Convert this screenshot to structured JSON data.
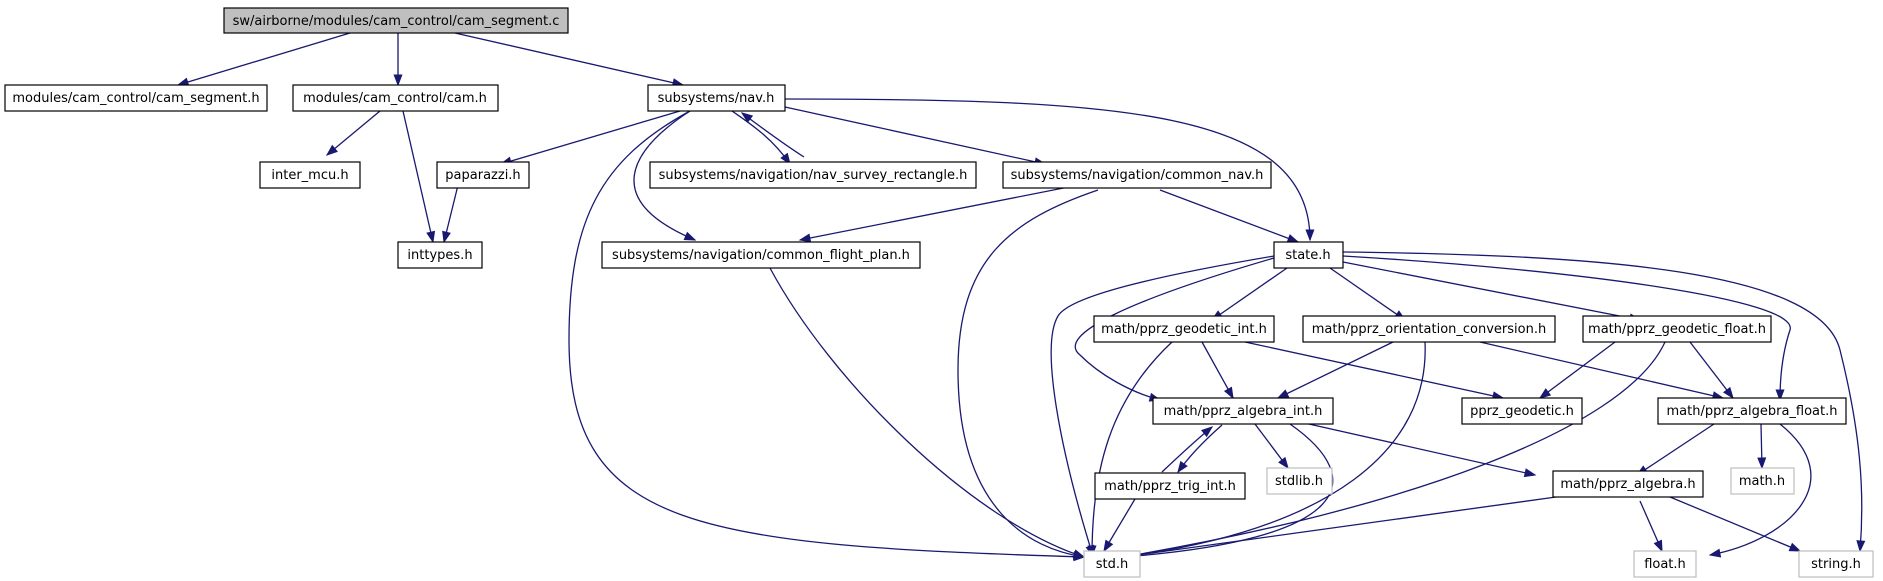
{
  "graph": {
    "root": "sw/airborne/modules/cam_control/cam_segment.c",
    "nodes": {
      "cam_segment_c": "sw/airborne/modules/cam_control/cam_segment.c",
      "cam_segment_h": "modules/cam_control/cam_segment.h",
      "cam_h": "modules/cam_control/cam.h",
      "nav_h": "subsystems/nav.h",
      "inter_mcu_h": "inter_mcu.h",
      "inttypes_h": "inttypes.h",
      "paparazzi_h": "paparazzi.h",
      "nav_survey_h": "subsystems/navigation/nav_survey_rectangle.h",
      "common_nav_h": "subsystems/navigation/common_nav.h",
      "common_flight_plan_h": "subsystems/navigation/common_flight_plan.h",
      "state_h": "state.h",
      "geodetic_int_h": "math/pprz_geodetic_int.h",
      "orientation_conv_h": "math/pprz_orientation_conversion.h",
      "geodetic_float_h": "math/pprz_geodetic_float.h",
      "algebra_int_h": "math/pprz_algebra_int.h",
      "pprz_geodetic_h": "pprz_geodetic.h",
      "algebra_float_h": "math/pprz_algebra_float.h",
      "trig_int_h": "math/pprz_trig_int.h",
      "stdlib_h": "stdlib.h",
      "algebra_h": "math/pprz_algebra.h",
      "math_h": "math.h",
      "std_h": "std.h",
      "float_h": "float.h",
      "string_h": "string.h"
    },
    "system_headers": [
      "stdlib_h",
      "math_h",
      "std_h",
      "float_h",
      "string_h"
    ],
    "colors": {
      "edge": "#191970",
      "root_fill": "#bfbfbf",
      "node_border": "#000000",
      "system_border": "#bfbfbf",
      "background": "#ffffff"
    }
  }
}
